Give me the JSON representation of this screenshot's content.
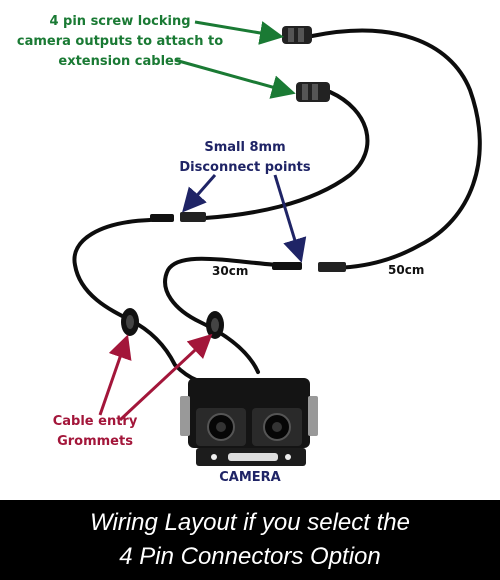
{
  "labels": {
    "connector_note": [
      "4 pin screw locking",
      "camera outputs to attach to",
      "extension cables"
    ],
    "disconnect_note": [
      "Small 8mm",
      "Disconnect points"
    ],
    "grommet_note": [
      "Cable entry",
      "Grommets"
    ],
    "length_30": "30cm",
    "length_50": "50cm",
    "camera": "CAMERA"
  },
  "caption": [
    "Wiring Layout if you select the",
    "4 Pin Connectors Option"
  ],
  "colors": {
    "green_label": "#1a7a34",
    "navy_label": "#1f2466",
    "maroon_label": "#a3163a",
    "cable": "#0d0d0d",
    "caption_bg": "#000000",
    "caption_text": "#ffffff"
  }
}
